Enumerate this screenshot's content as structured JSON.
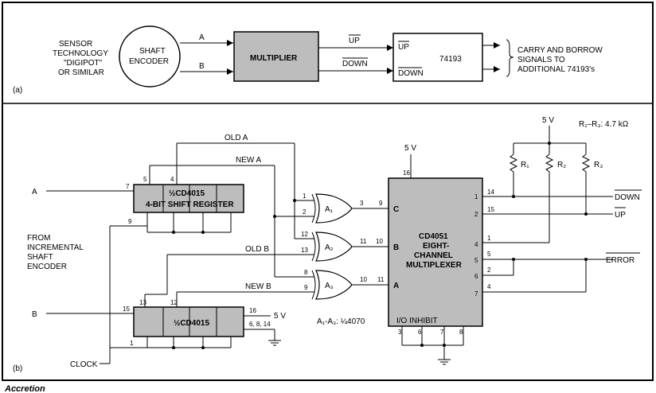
{
  "part_a": {
    "label": "(a)",
    "sensor_lines": [
      "SENSOR",
      "TECHNOLOGY",
      "\"DIGIPOT\"",
      "OR SIMILAR"
    ],
    "encoder_lines": [
      "SHAFT",
      "ENCODER"
    ],
    "signal_a": "A",
    "signal_b": "B",
    "multiplier": "MULTIPLIER",
    "up": "UP",
    "down": "DOWN",
    "up_in": "UP",
    "down_in": "DOWN",
    "counter": "74193",
    "carry_lines": [
      "CARRY AND BORROW",
      "SIGNALS TO",
      "ADDITIONAL 74193's"
    ]
  },
  "part_b": {
    "label": "(b)",
    "input_a": "A",
    "input_b": "B",
    "clock": "CLOCK",
    "from_lines": [
      "FROM",
      "INCREMENTAL",
      "SHAFT",
      "ENCODER"
    ],
    "sr1_lines": [
      "½CD4015",
      "4-BIT SHIFT REGISTER"
    ],
    "sr2": "½CD4015",
    "old_a": "OLD A",
    "new_a": "NEW A",
    "old_b": "OLD B",
    "new_b": "NEW B",
    "gate1": "A₁",
    "gate2": "A₂",
    "gate3": "A₃",
    "gate_note": "A₁-A₃: ¼4070",
    "mux_lines": [
      "CD4051",
      "EIGHT-",
      "CHANNEL",
      "MULTIPLEXER"
    ],
    "mux_c": "C",
    "mux_b": "B",
    "mux_a": "A",
    "inhibit": "I/O INHIBIT",
    "supply1": "5 V",
    "supply2": "5 V",
    "supply3": "5 V",
    "r1": "R₁",
    "r2": "R₂",
    "r3": "R₃",
    "r_note": "R₁–R₃: 4.7 kΩ",
    "out_down": "DOWN",
    "out_up": "UP",
    "out_error": "ERROR",
    "pins_sr1": [
      "7",
      "5",
      "4",
      "9"
    ],
    "pins_sr2": [
      "15",
      "13",
      "12",
      "1",
      "16",
      "6, 8, 14"
    ],
    "pins_gates": [
      "1",
      "2",
      "3",
      "12",
      "13",
      "11",
      "8",
      "9",
      "10"
    ],
    "pins_mux_in": [
      "9",
      "10",
      "11",
      "16"
    ],
    "pins_mux_out": [
      "1",
      "2",
      "4",
      "5",
      "6",
      "7",
      "14",
      "15",
      "1",
      "5",
      "2",
      "4"
    ],
    "pins_mux_bottom": [
      "3",
      "6",
      "7",
      "8"
    ]
  },
  "caption": "Accretion"
}
